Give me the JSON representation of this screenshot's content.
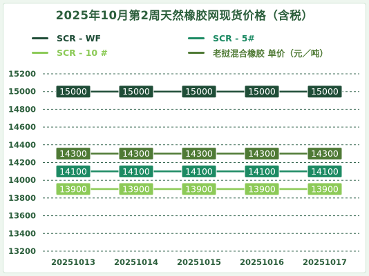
{
  "chart_data": {
    "type": "line",
    "title": "2025年10月第2周天然橡胶网现货价格（含税）",
    "x": [
      "20251013",
      "20251014",
      "20251015",
      "20251016",
      "20251017"
    ],
    "series": [
      {
        "name": "SCR - WF",
        "values": [
          15000,
          15000,
          15000,
          15000,
          15000
        ],
        "color": "#1f4d37",
        "label_color": "#ffffff",
        "label_text_color": "#ffffff"
      },
      {
        "name": "老挝混合橡胶 单价（元／吨）",
        "values": [
          14300,
          14300,
          14300,
          14300,
          14300
        ],
        "color": "#4f7a35",
        "label_text_color": "#ffffff"
      },
      {
        "name": "SCR - 5#",
        "values": [
          14100,
          14100,
          14100,
          14100,
          14100
        ],
        "color": "#1c8a63",
        "label_text_color": "#ffffff"
      },
      {
        "name": "SCR - 10 #",
        "values": [
          13900,
          13900,
          13900,
          13900,
          13900
        ],
        "color": "#8cca57",
        "label_text_color": "#ffffff"
      }
    ],
    "yticks": [
      13200,
      13400,
      13600,
      13800,
      14000,
      14200,
      14400,
      14600,
      14800,
      15000,
      15200
    ],
    "ylim": [
      13200,
      15200
    ],
    "grid": true,
    "legend_position": "top",
    "xlabel": "",
    "ylabel": ""
  },
  "colors": {
    "title": "#2c5f3c",
    "axis_text": "#2c5f3c",
    "grid": "#3b6b55"
  }
}
